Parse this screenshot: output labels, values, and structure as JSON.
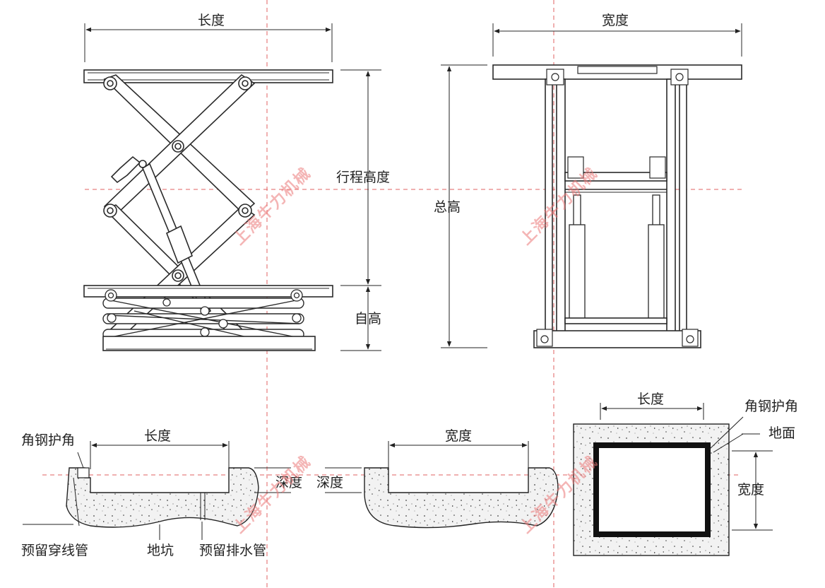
{
  "labels": {
    "side_length": "长度",
    "front_width": "宽度",
    "travel_height": "行程高度",
    "self_height": "自高",
    "total_height": "总高",
    "pit_a_length": "长度",
    "pit_a_corner": "角钢护角",
    "pit_a_depth": "深度",
    "pit_a_conduit": "预留穿线管",
    "pit_a_pit": "地坑",
    "pit_a_drain": "预留排水管",
    "pit_b_width": "宽度",
    "pit_b_depth": "深度",
    "plan_length": "长度",
    "plan_corner": "角钢护角",
    "plan_ground": "地面",
    "plan_width": "宽度"
  },
  "watermark": "上海牛力机械",
  "colors": {
    "line": "#2a2a2a",
    "center_line": "#e06060",
    "watermark": "#eb7878",
    "concrete": "#f1f1f1"
  }
}
